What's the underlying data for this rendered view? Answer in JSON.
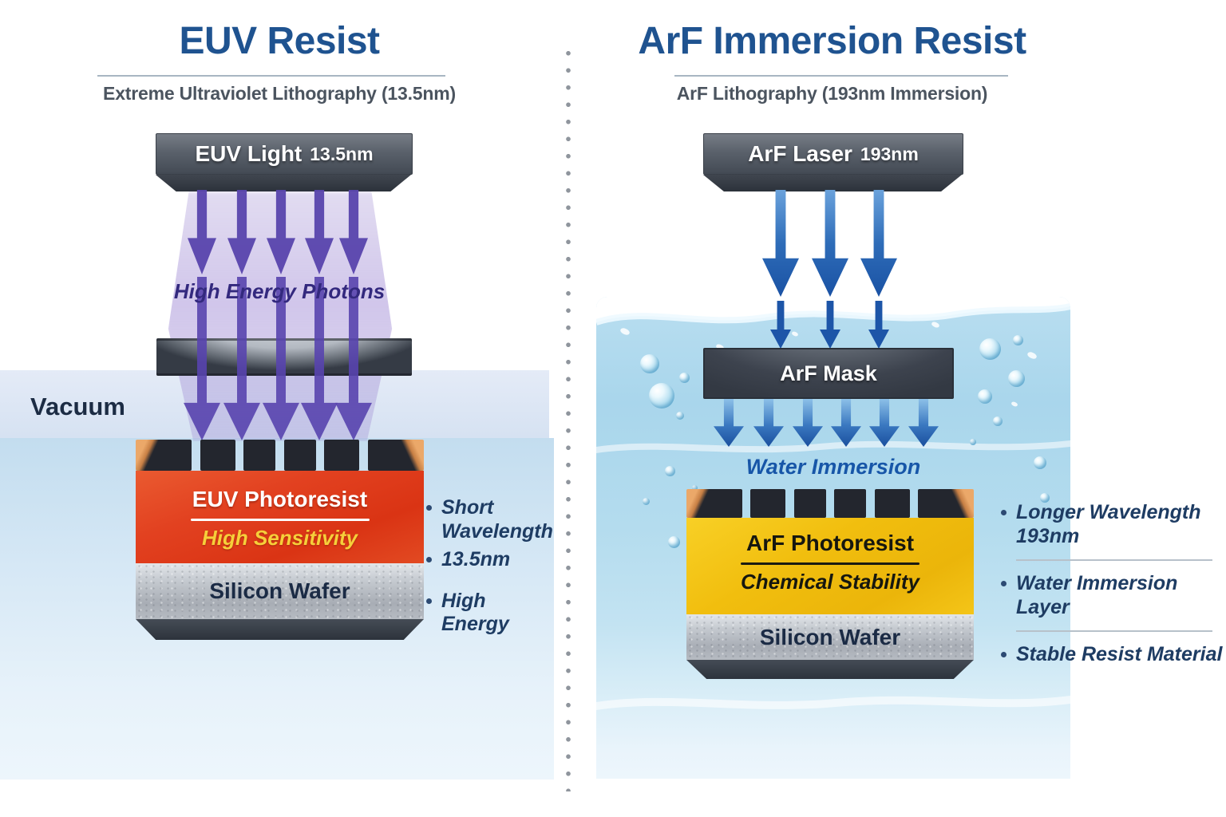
{
  "left_panel": {
    "title": "EUV Resist",
    "subtitle": "Extreme Ultraviolet Lithography (13.5nm)",
    "light_source": {
      "label": "EUV Light",
      "wavelength": "13.5nm"
    },
    "beam_label": "High Energy Photons",
    "beam_arrow_count_top": 5,
    "beam_arrow_count_bottom": 5,
    "environment_label": "Vacuum",
    "resist_block": {
      "title": "EUV Photoresist",
      "property": "High Sensitivity"
    },
    "wafer_label": "Silicon Wafer",
    "bullets": [
      "Short Wavelength",
      "13.5nm",
      "High Energy"
    ],
    "colors": {
      "resist_red": "#e04020",
      "property_yellow": "#f6cf3a",
      "beam_purple": "#5a46ad",
      "beam_text_purple": "#33297e",
      "vacuum_band": "#dde6f3"
    }
  },
  "right_panel": {
    "title": "ArF Immersion Resist",
    "subtitle": "ArF Lithography (193nm Immersion)",
    "light_source": {
      "label": "ArF Laser",
      "wavelength": "193nm"
    },
    "mask_label": "ArF Mask",
    "medium_label": "Water Immersion",
    "laser_arrow_count": 3,
    "mask_arrow_count": 6,
    "resist_block": {
      "title": "ArF Photoresist",
      "property": "Chemical Stability"
    },
    "wafer_label": "Silicon Wafer",
    "bullets": [
      "Longer Wavelength 193nm",
      "Water Immersion Layer",
      "Stable Resist Material"
    ],
    "colors": {
      "resist_yellow": "#f2c013",
      "water_blue": "#aad7ec",
      "arrow_blue": "#2563ae",
      "medium_text_blue": "#1756a8"
    }
  },
  "shared": {
    "title_blue": "#1f5390",
    "subtitle_gray": "#4b545f",
    "source_bar_gray": "#5a616b",
    "wafer_gray": "#b9bec5",
    "bullet_text_navy": "#1e3c63",
    "base_dark": "#3a414b",
    "divider_dot_gray": "#8f959d"
  }
}
